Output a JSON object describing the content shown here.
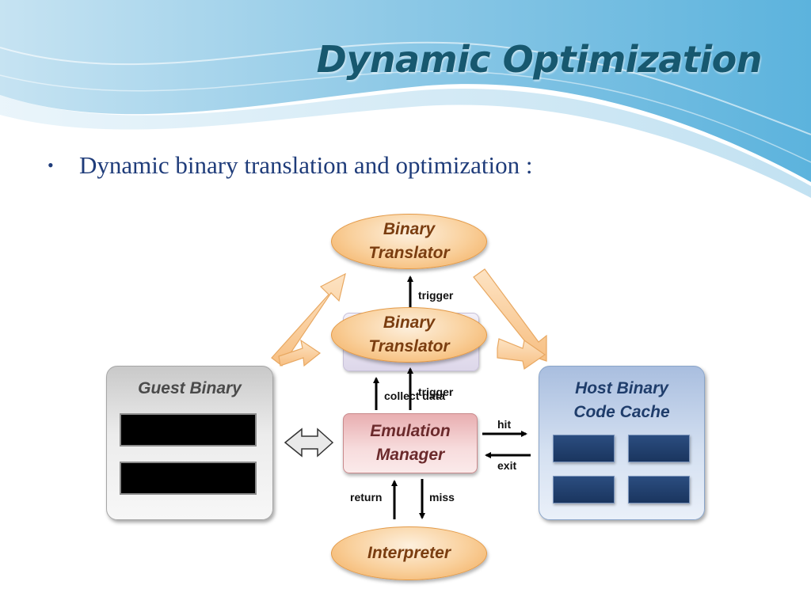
{
  "slide": {
    "title": "Dynamic Optimization",
    "bullet": "Dynamic binary translation and optimization :"
  },
  "diagram": {
    "guest": {
      "title": "Guest Binary"
    },
    "host": {
      "title": "Host Binary\nCode Cache"
    },
    "binary_translator_top": "Binary\nTranslator",
    "binary_translator_mid": "Binary\nTranslator",
    "emulation_manager": "Emulation\nManager",
    "interpreter": "Interpreter",
    "labels": {
      "trigger_top": "trigger",
      "collect_data": "collect data",
      "trigger_mid": "trigger",
      "hit": "hit",
      "exit": "exit",
      "return": "return",
      "miss": "miss"
    },
    "colors": {
      "title": "#17586f",
      "bullet": "#1f3c7a",
      "ellipse": "#f9cf9a",
      "emulation": "#f7dcdd",
      "host_block": "#1a355f",
      "guest_block": "#000000"
    }
  }
}
